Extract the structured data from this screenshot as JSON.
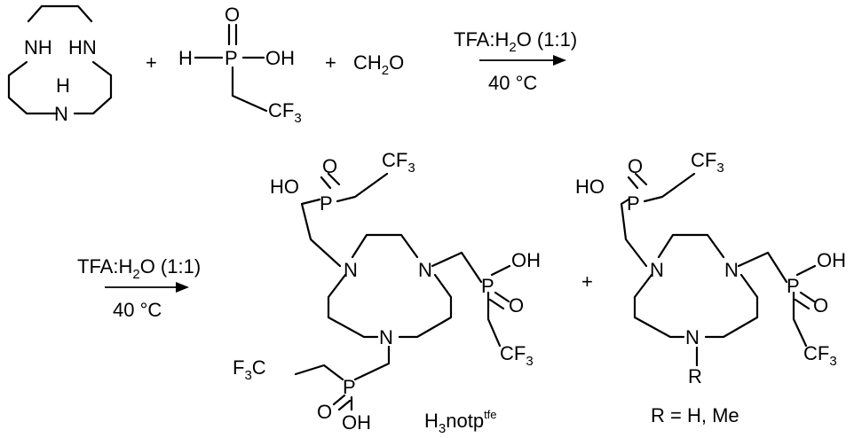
{
  "atoms": {
    "N": "N",
    "NH": "NH",
    "HN": "HN",
    "H": "H",
    "P": "P",
    "O": "O",
    "OH": "OH",
    "HO": "HO",
    "R": "R",
    "CF": "CF",
    "C": "C",
    "F": "F",
    "three": "3",
    "CH": "CH",
    "two": "2"
  },
  "operators": {
    "plus": "+"
  },
  "conditions": {
    "reagent_prefix": "TFA:H",
    "reagent_sub": "2",
    "reagent_suffix": "O (1:1)",
    "temperature": "40 °C"
  },
  "products": {
    "main_name_prefix": "H",
    "main_name_sub": "3",
    "main_name_main": "notp",
    "main_name_sup": "tfe",
    "side_label": "R = H, Me"
  }
}
